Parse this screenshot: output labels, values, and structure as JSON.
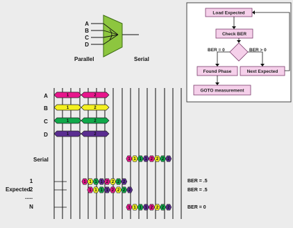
{
  "colors": {
    "bg": "#ececec",
    "flow_bg": "#ffffff",
    "box_fill": "#f5d0ea",
    "box_stroke": "#7a3b6b",
    "mux_fill": "#8dc63f",
    "mux_stroke": "#3b6b12",
    "A": "#e8168c",
    "B": "#f4f020",
    "C": "#10a84a",
    "D": "#5a2d91"
  },
  "mux": {
    "inputs": [
      "A",
      "B",
      "C",
      "D"
    ],
    "left_label": "Parallel",
    "right_label": "Serial"
  },
  "flowchart": {
    "load": "Load Expected",
    "check": "Check BER",
    "ber_zero": "BER = 0",
    "ber_pos": "BER > 0",
    "found": "Found Phase",
    "next": "Next Expected",
    "goto": "GOTO measurement"
  },
  "channels": [
    {
      "label": "A",
      "bits": [
        "1",
        "2"
      ]
    },
    {
      "label": "B",
      "bits": [
        "1",
        "2"
      ]
    },
    {
      "label": "C",
      "bits": [
        "1",
        "2"
      ]
    },
    {
      "label": "D",
      "bits": [
        "1",
        "2"
      ]
    }
  ],
  "serial_label": "Serial",
  "serial_bits": [
    "1",
    "1",
    "1",
    "1",
    "2",
    "2",
    "2",
    "2"
  ],
  "expected_group_label": "Expected",
  "expected_rows": [
    {
      "label": "1",
      "ber": "BER = .5"
    },
    {
      "label": "2",
      "ber": "BER = .5"
    },
    {
      "label": "N",
      "ber": "BER = 0"
    }
  ],
  "dots": "....."
}
